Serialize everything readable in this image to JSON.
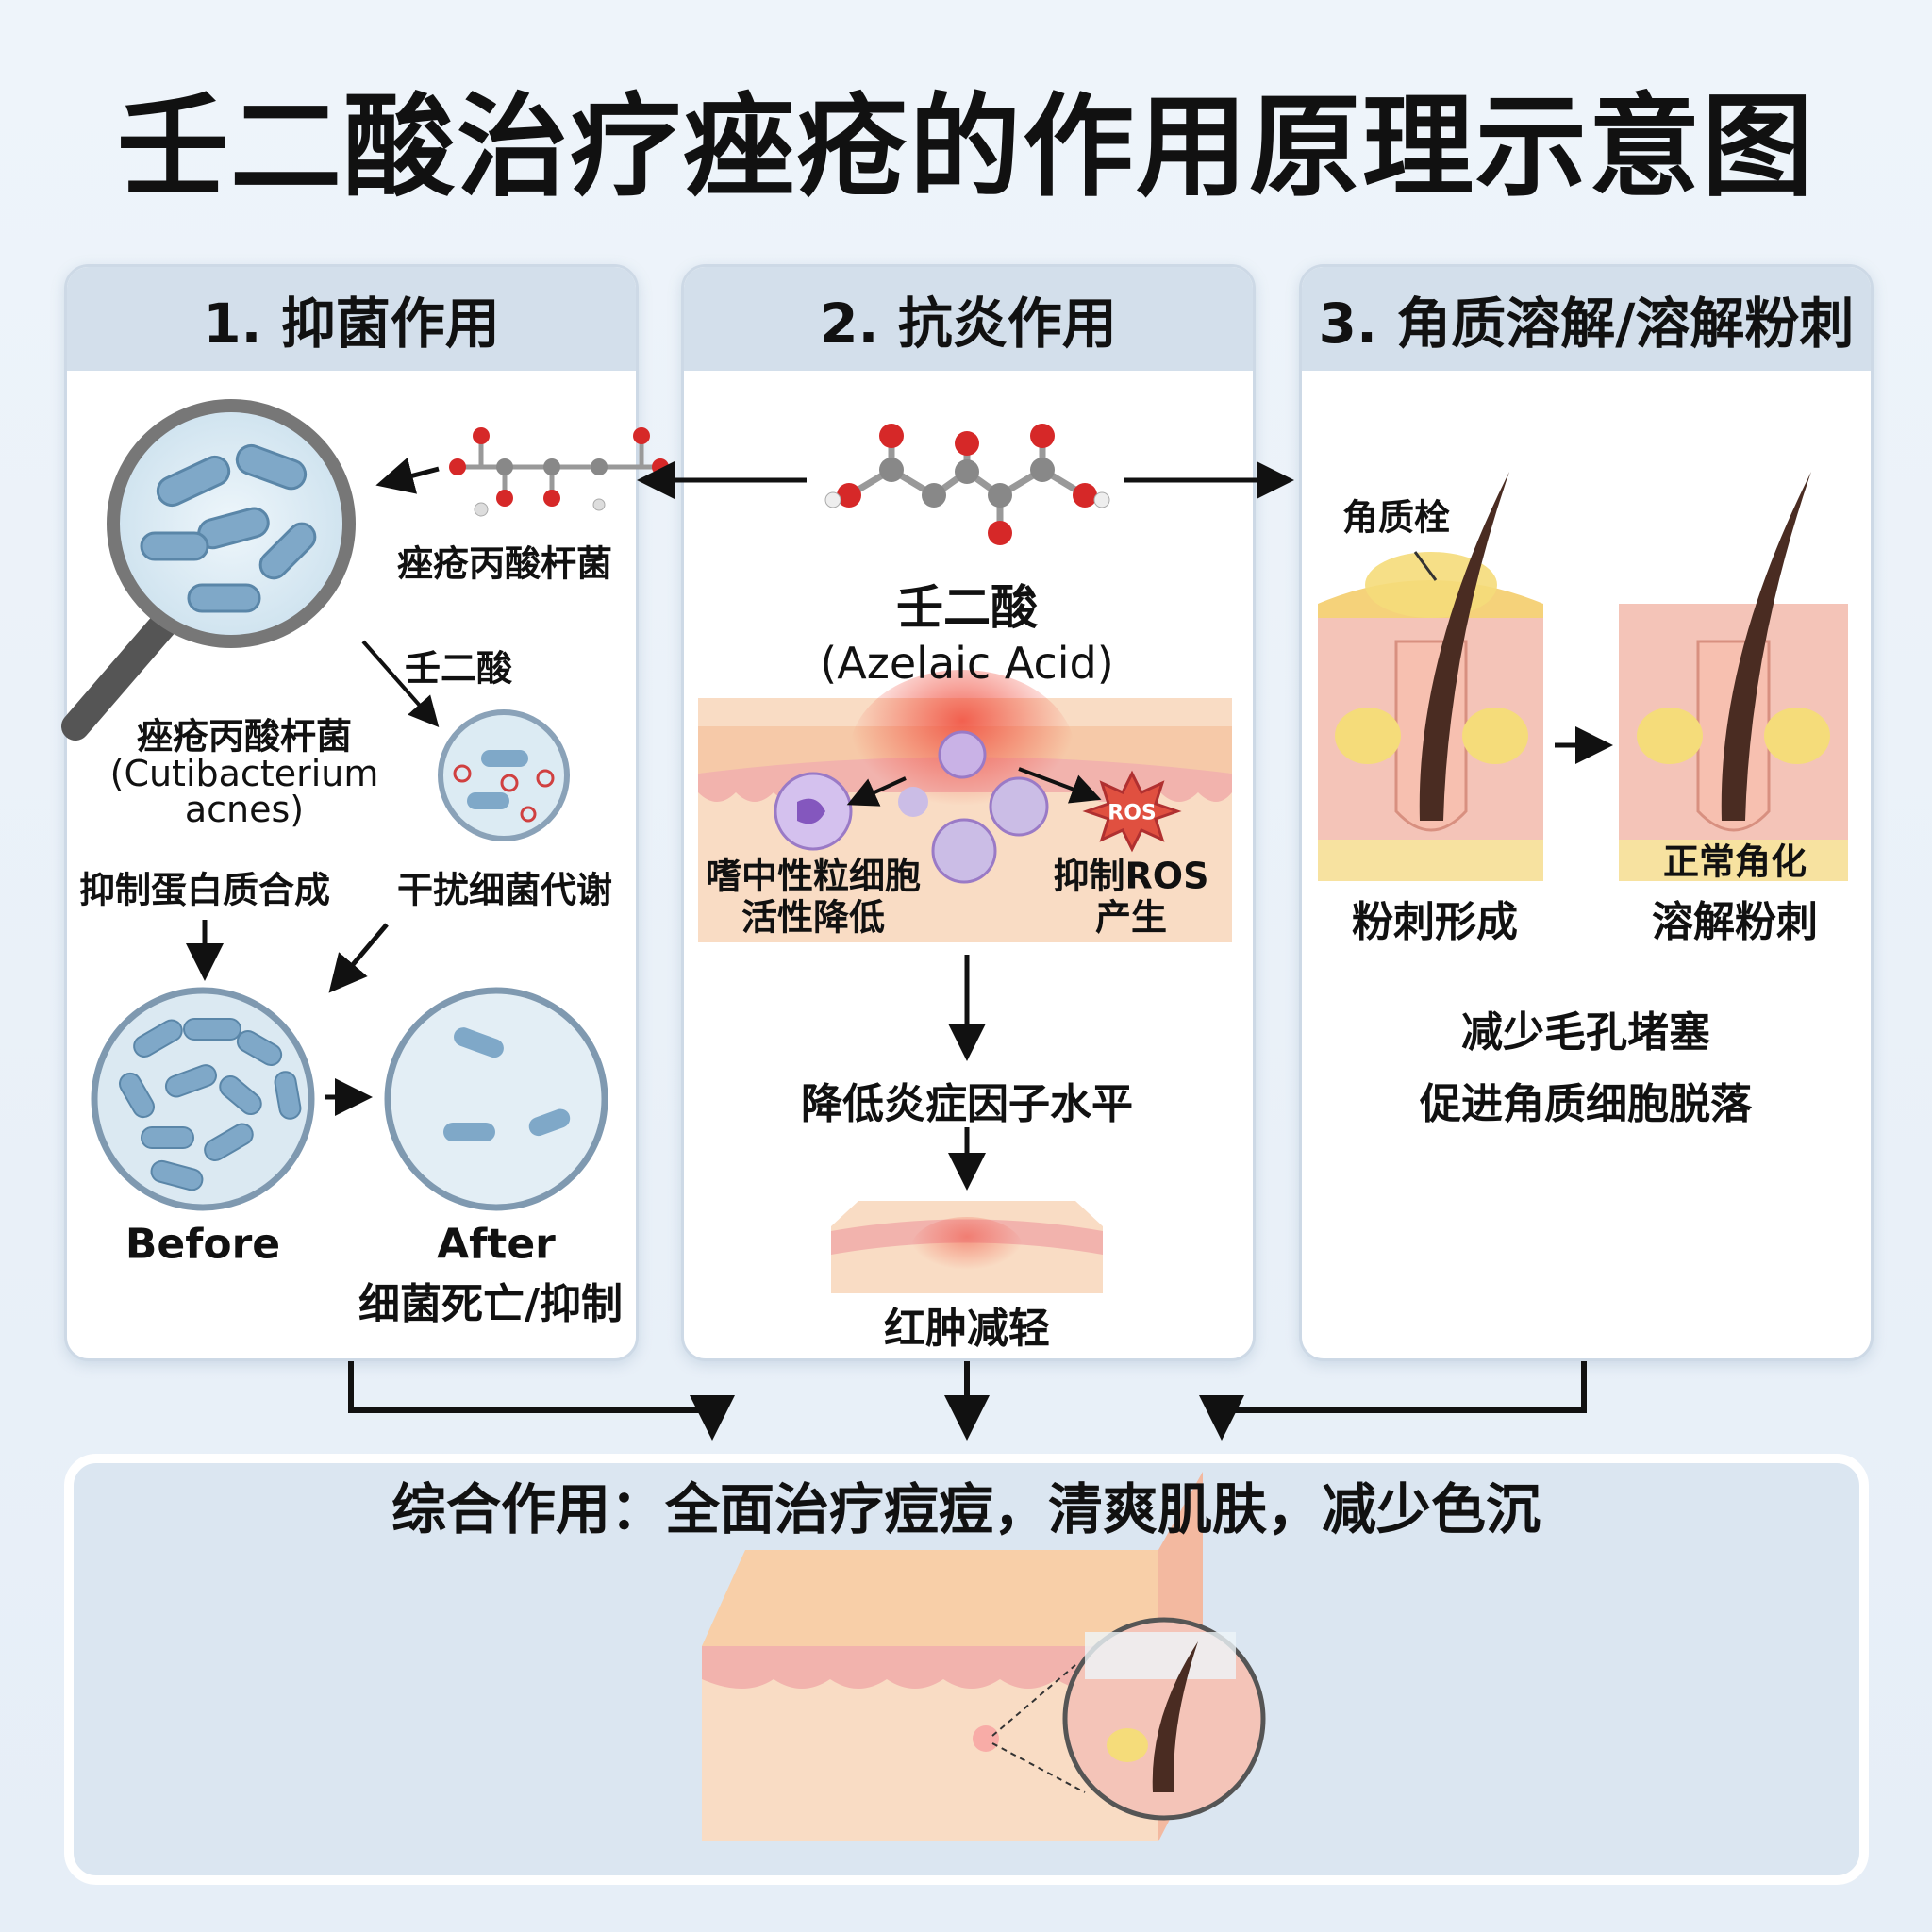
{
  "title": "壬二酸治疗痤疮的作用原理示意图",
  "panel1": {
    "header": "1. 抑菌作用",
    "bacteria_label": "痤疮丙酸杆菌",
    "aa_label": "壬二酸",
    "species_cn": "痤疮丙酸杆菌",
    "species_en1": "(Cutibacterium",
    "species_en2": "acnes)",
    "mech1": "抑制蛋白质合成",
    "mech2": "干扰细菌代谢",
    "before": "Before",
    "after": "After",
    "after_desc": "细菌死亡/抑制"
  },
  "panel2": {
    "header": "2. 抗炎作用",
    "compound_cn": "壬二酸",
    "compound_en": "(Azelaic Acid)",
    "neutrophil1": "嗜中性粒细胞",
    "neutrophil2": "活性降低",
    "ros_badge": "ROS",
    "ros1": "抑制ROS",
    "ros2": "产生",
    "step1": "降低炎症因子水平",
    "step2": "红肿减轻"
  },
  "panel3": {
    "header": "3. 角质溶解/溶解粉刺",
    "plug_label": "角质栓",
    "left_label": "粉刺形成",
    "right_label1": "正常角化",
    "right_label2": "溶解粉刺",
    "effect1": "减少毛孔堵塞",
    "effect2": "促进角质细胞脱落"
  },
  "summary": {
    "text": "综合作用：全面治疗痘痘，清爽肌肤，减少色沉"
  },
  "colors": {
    "panel_header": "#d3dfeb",
    "bacteria": "#7fa8c8",
    "oxygen": "#d62828",
    "carbon": "#8a8a8a",
    "skin": "#f7cfb6",
    "inflammation": "#f05a4a",
    "neutrophil": "#b79ad9"
  }
}
